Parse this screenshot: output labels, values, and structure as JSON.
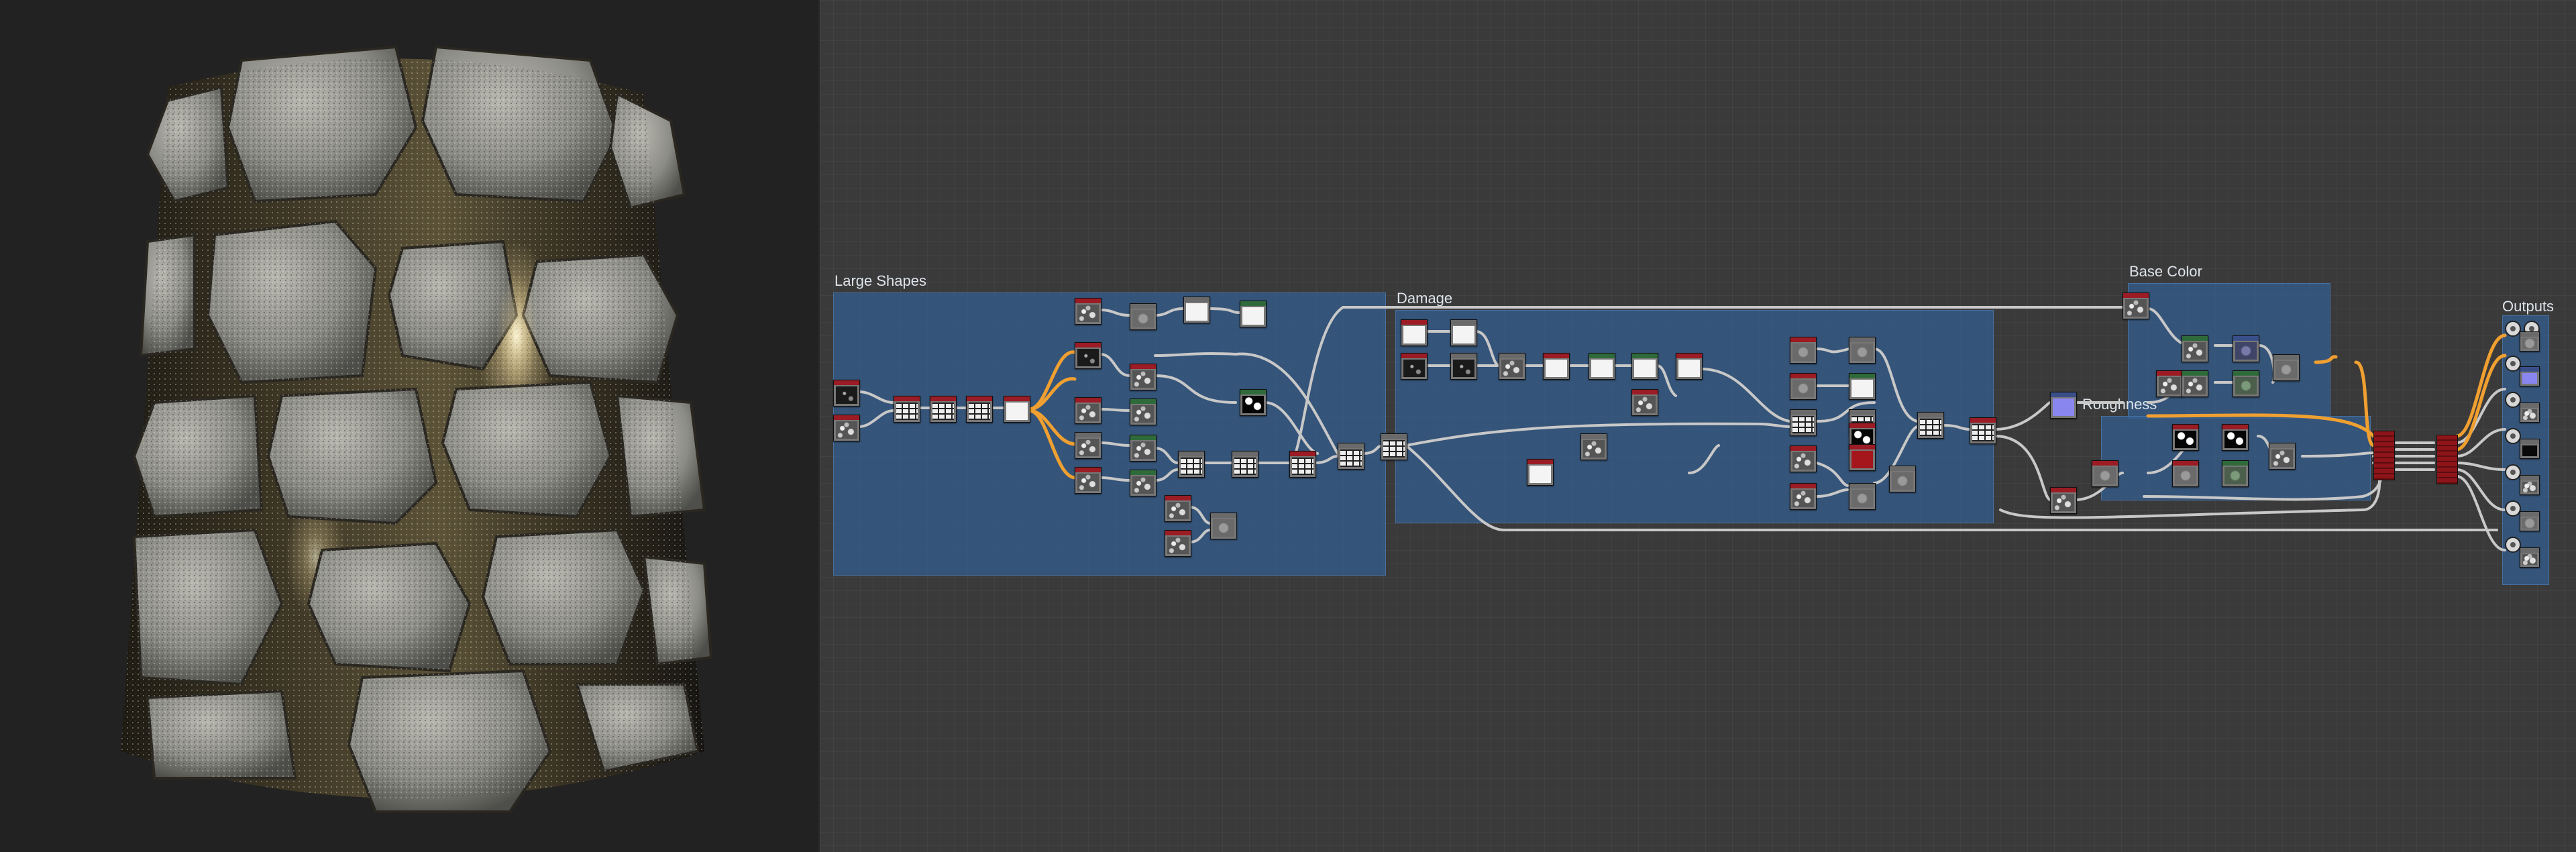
{
  "viewport": {
    "background": "#222222",
    "preview_object": "stone-cylinder"
  },
  "graph": {
    "background": "#3a3a3a",
    "frame_color": "#345c8c",
    "frames": {
      "large_shapes": "Large Shapes",
      "damage": "Damage",
      "base_color": "Base Color",
      "roughness": "Roughness",
      "outputs": "Outputs"
    },
    "wire_colors": {
      "gray": "#c8c8c8",
      "orange": "#f0a030"
    }
  }
}
